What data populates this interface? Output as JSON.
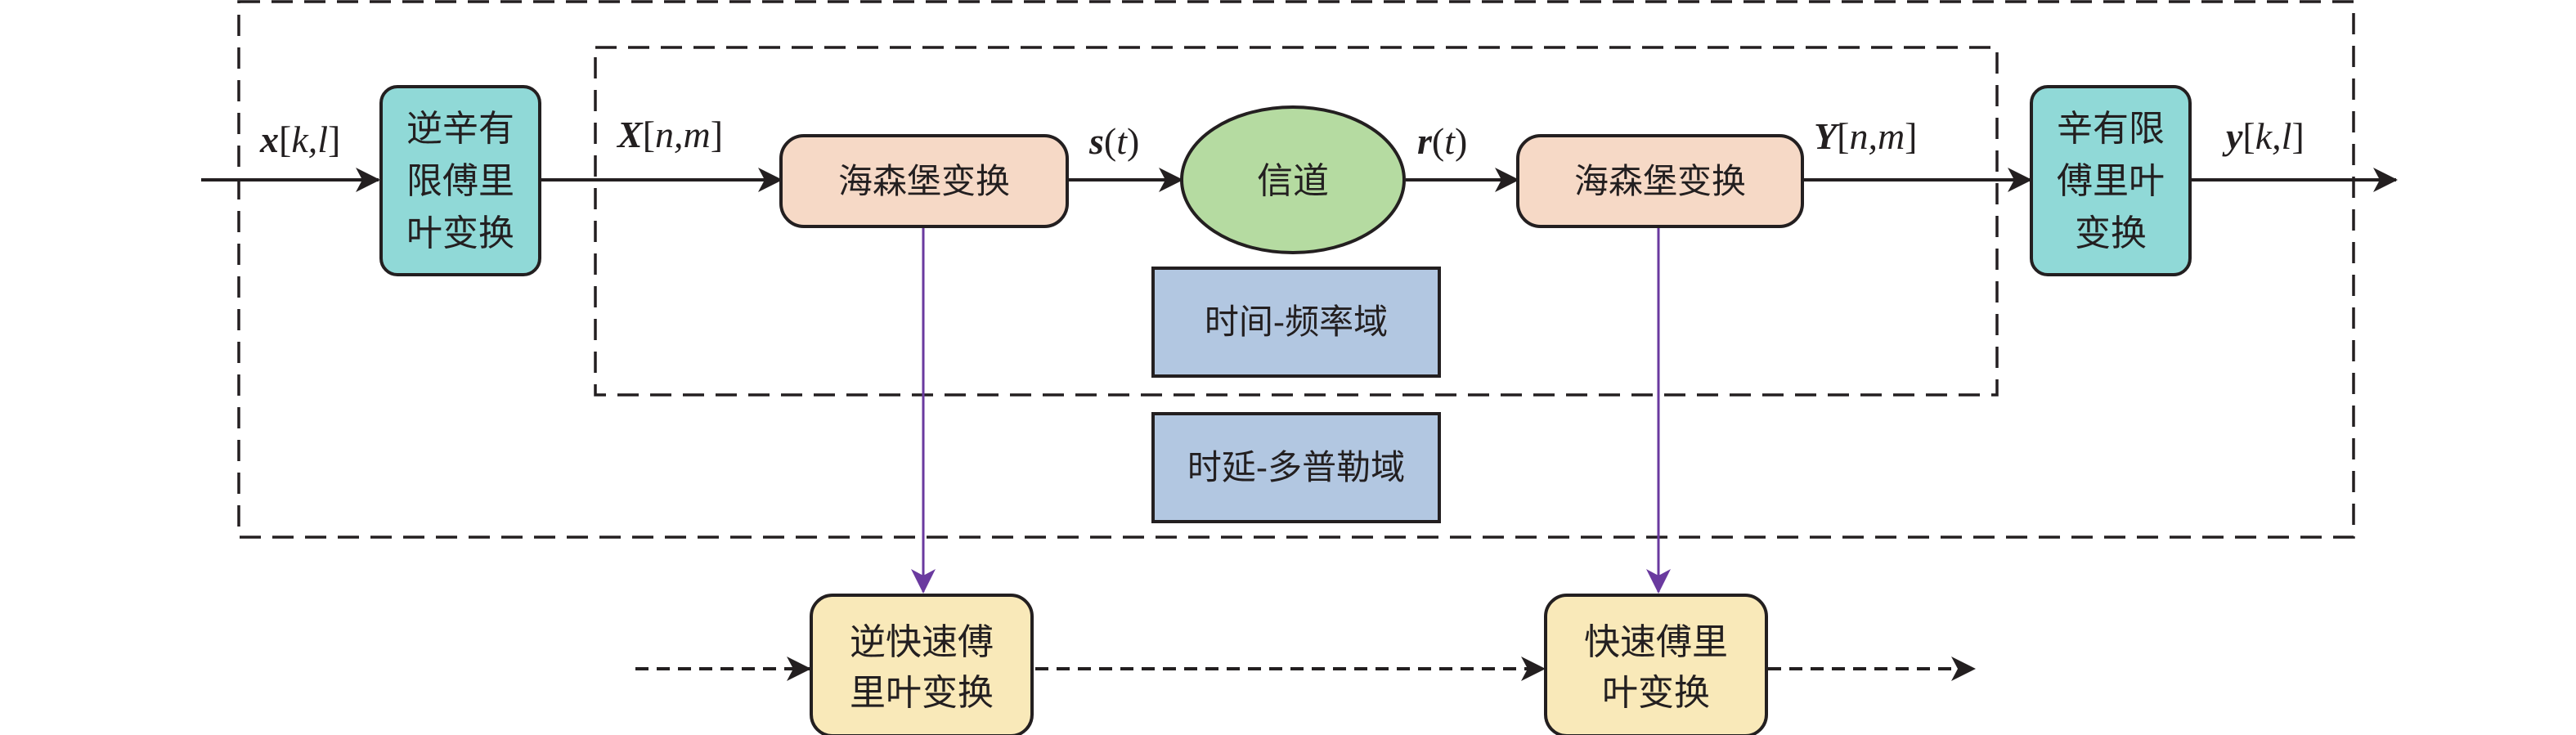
{
  "colors": {
    "stroke": "#231f20",
    "teal": "#90d9d7",
    "peach": "#f6d9c6",
    "green": "#b5dba1",
    "blue": "#b2c7e1",
    "yellow": "#f9e9b9",
    "purple": "#6a3a9f"
  },
  "blocks": {
    "isfft": {
      "lines": [
        "逆辛有",
        "限傅里",
        "叶变换"
      ]
    },
    "heisenberg": {
      "lines": [
        "海森堡变换"
      ]
    },
    "channel": {
      "lines": [
        "信道"
      ]
    },
    "wigner": {
      "lines": [
        "海森堡变换"
      ]
    },
    "sfft": {
      "lines": [
        "辛有限",
        "傅里叶",
        "变换"
      ]
    },
    "ifft": {
      "lines": [
        "逆快速傅",
        "里叶变换"
      ]
    },
    "fft": {
      "lines": [
        "快速傅里",
        "叶变换"
      ]
    }
  },
  "domains": {
    "time_frequency": "时间-频率域",
    "delay_doppler": "时延-多普勒域"
  },
  "signals": {
    "x_in": {
      "sym": "x",
      "args": "k,l"
    },
    "X_tf": {
      "sym": "X",
      "args": "n,m"
    },
    "s_t": {
      "sym": "s",
      "args": "t"
    },
    "r_t": {
      "sym": "r",
      "args": "t"
    },
    "Y_tf": {
      "sym": "Y",
      "args": "n,m"
    },
    "y_out": {
      "sym": "y",
      "args": "k,l"
    }
  }
}
